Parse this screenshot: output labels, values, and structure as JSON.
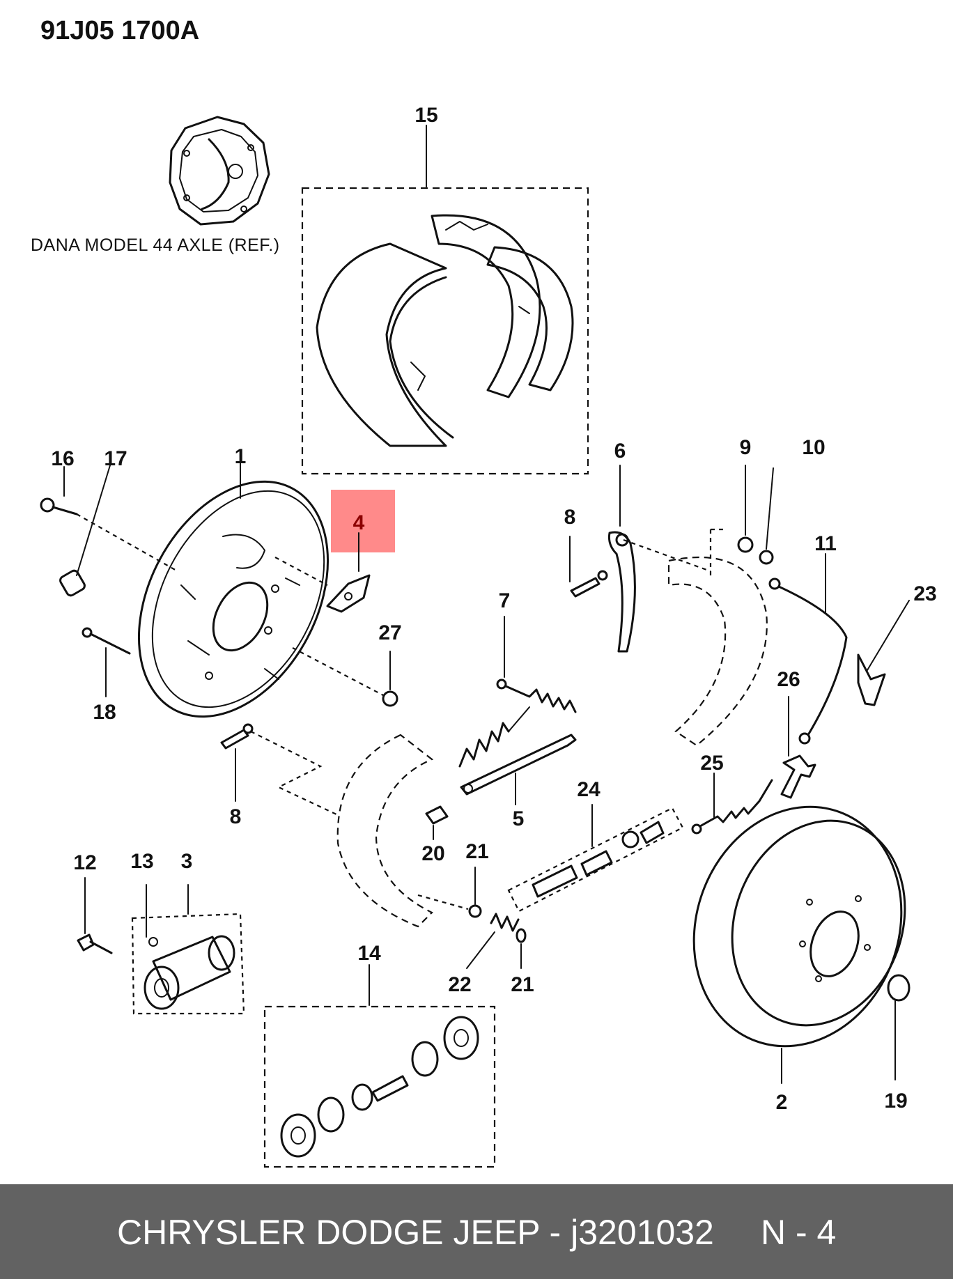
{
  "diagram": {
    "figure_code": "91J05 1700A",
    "reference_note": "DANA MODEL 44 AXLE (REF.)",
    "highlighted_callout": "4",
    "callouts": {
      "c1": "1",
      "c2": "2",
      "c3": "3",
      "c4": "4",
      "c5": "5",
      "c6": "6",
      "c7": "7",
      "c8a": "8",
      "c8b": "8",
      "c9": "9",
      "c10": "10",
      "c11": "11",
      "c12": "12",
      "c13": "13",
      "c14": "14",
      "c15": "15",
      "c16": "16",
      "c17": "17",
      "c18": "18",
      "c19": "19",
      "c20": "20",
      "c21a": "21",
      "c21b": "21",
      "c22": "22",
      "c23": "23",
      "c24": "24",
      "c25": "25",
      "c26": "26",
      "c27": "27"
    }
  },
  "footer": {
    "brand_part": "CHRYSLER DODGE JEEP - j3201032",
    "page_ref": "N - 4"
  },
  "colors": {
    "highlight_box": "#ff8a8a",
    "footer_bg": "#626262",
    "line": "#111111"
  }
}
